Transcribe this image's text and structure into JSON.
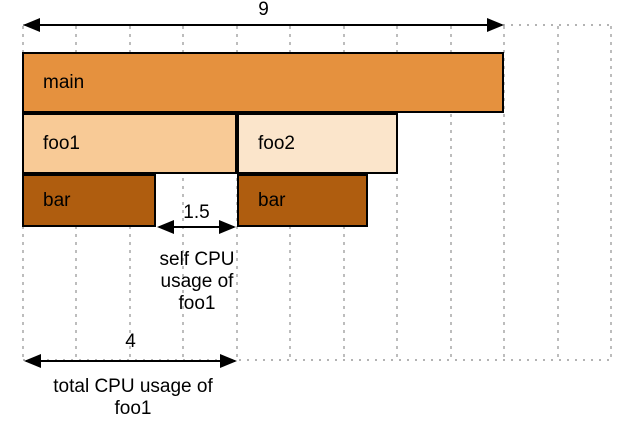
{
  "colors": {
    "main_fill": "#E5913E",
    "foo1_fill": "#F8CA96",
    "foo2_fill": "#FBE5CB",
    "bar_fill": "#AF5D0F",
    "border": "#000000",
    "arrow": "#000000",
    "grid_dash": "#BDBDBD",
    "dot": "#B3B3B3"
  },
  "chart_data": {
    "type": "flamegraph",
    "title": "",
    "axis_units_total": 9,
    "grid": "on",
    "rows": [
      {
        "depth": 0,
        "frames": [
          {
            "label": "main",
            "start": 0,
            "width": 9
          }
        ]
      },
      {
        "depth": 1,
        "frames": [
          {
            "label": "foo1",
            "start": 0,
            "width": 4
          },
          {
            "label": "foo2",
            "start": 4,
            "width": 3
          }
        ]
      },
      {
        "depth": 2,
        "frames": [
          {
            "label": "bar",
            "start": 0,
            "width": 2.5
          },
          {
            "label": "bar",
            "start": 4,
            "width": 2.5
          }
        ]
      }
    ]
  },
  "annotations": {
    "total_span": {
      "label": "9"
    },
    "self_foo1": {
      "label": "1.5",
      "caption_lines": [
        "self CPU",
        "usage of",
        "foo1"
      ]
    },
    "total_foo1": {
      "label": "4",
      "caption_lines": [
        "total CPU usage of",
        "foo1"
      ]
    }
  }
}
